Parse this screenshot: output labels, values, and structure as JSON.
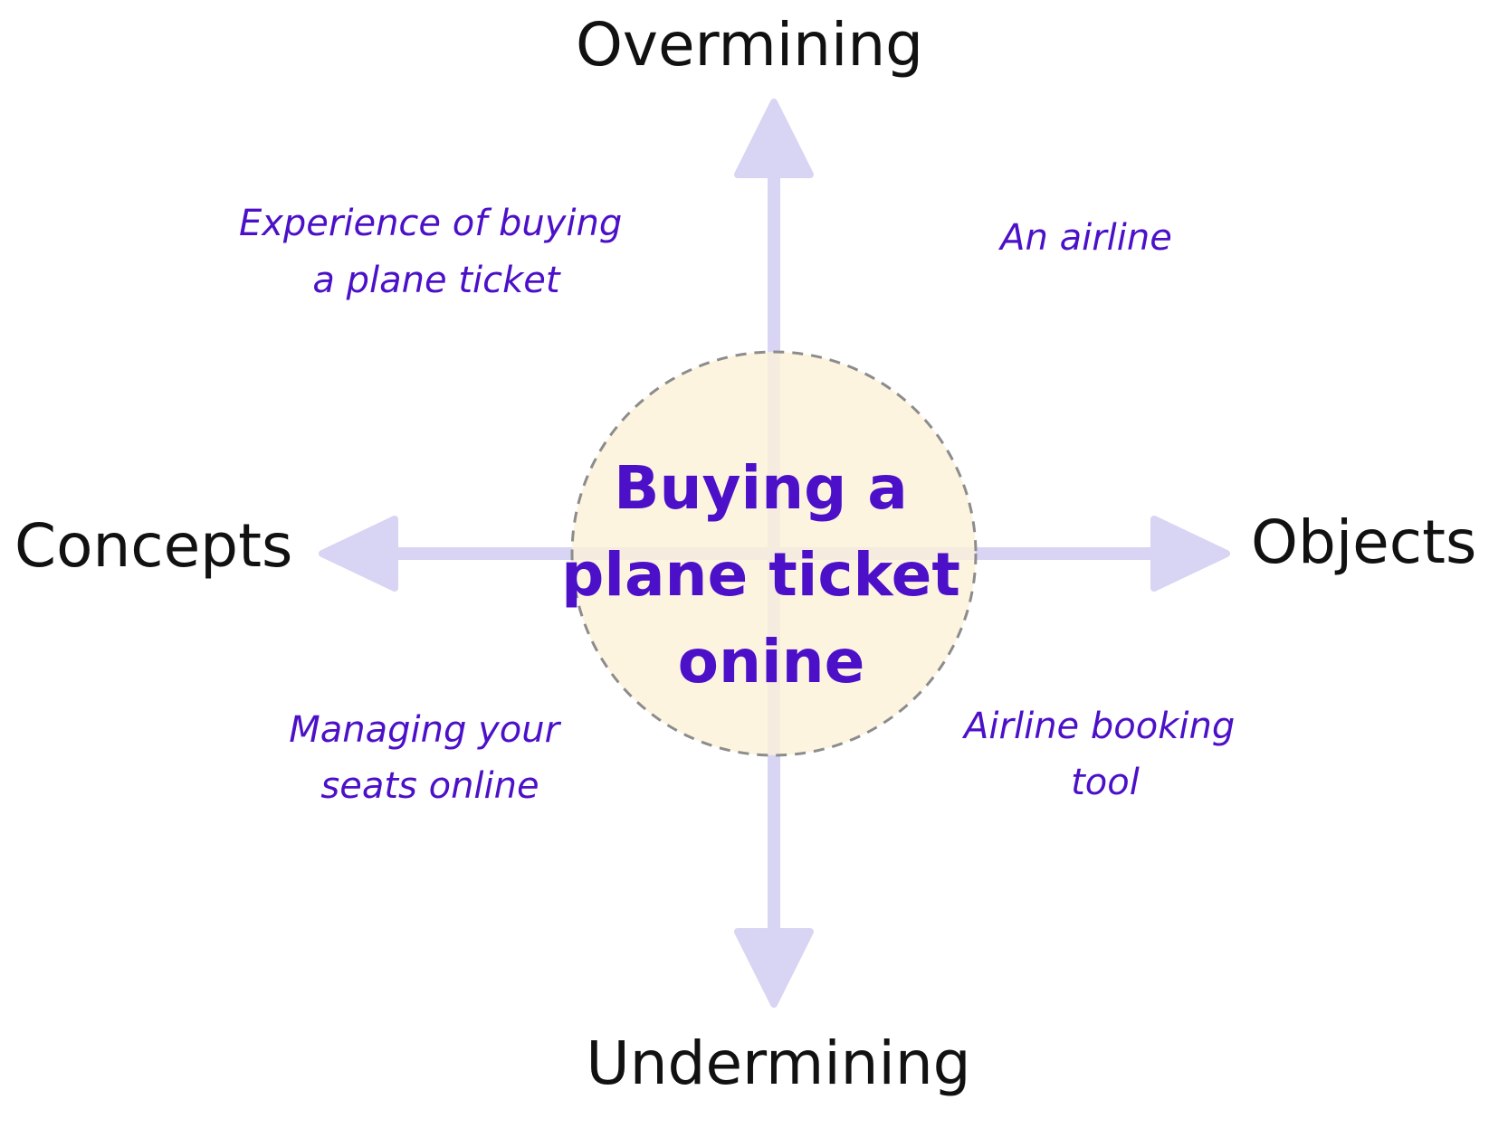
{
  "colors": {
    "axis": "#d8d4f3",
    "axis_label": "#111111",
    "accent": "#4b10c8",
    "circle_fill": "#fdf1d7",
    "circle_stroke": "#8c8c8c"
  },
  "axes": {
    "top": "Overmining",
    "bottom": "Undermining",
    "left": "Concepts",
    "right": "Objects"
  },
  "center": {
    "lines": [
      "Buying a",
      "plane ticket",
      "onine"
    ]
  },
  "quadrants": {
    "top_left": [
      "Experience of buying",
      "a plane ticket"
    ],
    "top_right": [
      "An airline"
    ],
    "bottom_left": [
      "Managing your",
      "seats online"
    ],
    "bottom_right": [
      "Airline booking",
      "tool"
    ]
  }
}
